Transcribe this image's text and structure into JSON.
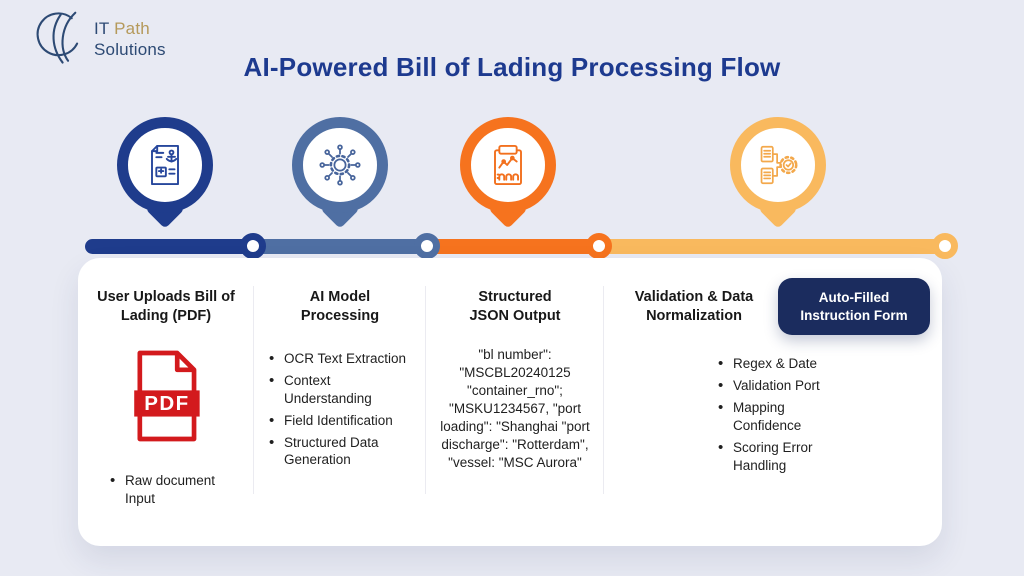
{
  "header": {
    "logo": {
      "it": "IT",
      "path": "Path",
      "solutions": "Solutions"
    },
    "title": "AI-Powered Bill of Lading Processing Flow"
  },
  "colors": {
    "background": "#e8eaf3",
    "navy": "#1f3c8c",
    "slate": "#4f6fa3",
    "orange": "#f6731e",
    "amber": "#f9b95e",
    "title_navy": "#1d3a8f",
    "button_navy": "#1b2c5e",
    "pdf_red": "#d31a1d",
    "logo_navy": "#2d4a74",
    "logo_gold": "#b5995a"
  },
  "steps": [
    {
      "icon": "bill-of-lading-document-icon",
      "color": "#1f3c8c"
    },
    {
      "icon": "ai-model-gear-network-icon",
      "color": "#4f6fa3"
    },
    {
      "icon": "structured-report-chart-icon",
      "color": "#f6731e"
    },
    {
      "icon": "validation-documents-gear-icon",
      "color": "#f9b95e"
    }
  ],
  "columns": [
    {
      "title": "User Uploads Bill of Lading (PDF)",
      "pdf_badge": "PDF",
      "bullets": [
        "Raw document Input"
      ]
    },
    {
      "title": "AI Model Processing",
      "bullets": [
        "OCR Text Extraction",
        "Context Understanding",
        "Field Identification",
        "Structured Data Generation"
      ]
    },
    {
      "title": "Structured JSON Output",
      "json_text": "\"bl number\": \"MSCBL20240125 \"container_rno\"; \"MSKU1234567, \"port loading\": \"Shanghai \"port discharge\": \"Rotterdam\", \"vessel: \"MSC Aurora\""
    },
    {
      "title": "Validation & Data Normalization",
      "bullets": [
        "Regex & Date",
        "Validation Port",
        "Mapping Confidence",
        "Scoring Error Handling"
      ]
    }
  ],
  "button": {
    "label": "Auto-Filled Instruction Form"
  }
}
